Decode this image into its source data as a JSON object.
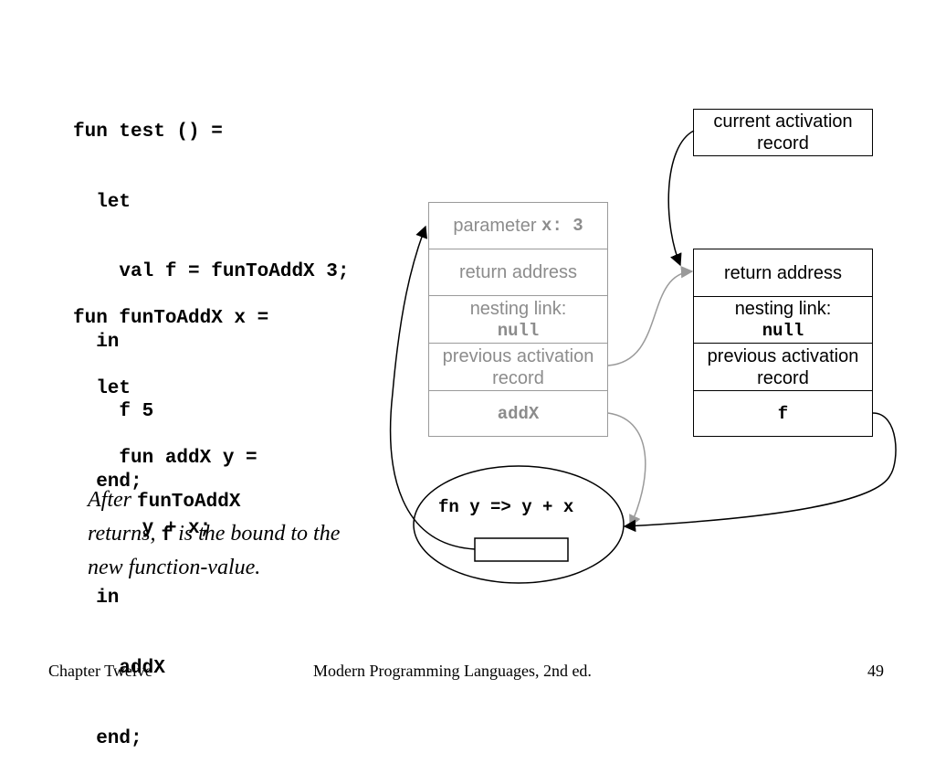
{
  "code_block_1": [
    "fun test () =",
    "  let",
    "    val f = funToAddX 3;",
    "  in",
    "    f 5",
    "  end;"
  ],
  "code_block_2": [
    "fun funToAddX x =",
    "  let",
    "    fun addX y =",
    "      y + x;",
    "  in",
    "    addX",
    "  end;"
  ],
  "caption": {
    "p1": "After ",
    "c1": "funToAddX",
    "p2": "returns, ",
    "c2": "f",
    "p3": " is the bound to the new function-value."
  },
  "current_record_label": "current activation record",
  "left_record": {
    "param_text": "parameter ",
    "param_code": "x: 3",
    "return_address": "return address",
    "nesting_label": "nesting link:",
    "nesting_value": "null",
    "previous": "previous activation record",
    "var": "addX"
  },
  "right_record": {
    "return_address": "return address",
    "nesting_label": "nesting link:",
    "nesting_value": "null",
    "previous": "previous activation record",
    "var": "f"
  },
  "function_value": "fn y => y + x",
  "footer": {
    "left": "Chapter Twelve",
    "center": "Modern Programming Languages, 2nd ed.",
    "right": "49"
  },
  "colors": {
    "gray_text": "#8c8c8c",
    "gray_line": "#9a9a9a",
    "black": "#000000"
  }
}
